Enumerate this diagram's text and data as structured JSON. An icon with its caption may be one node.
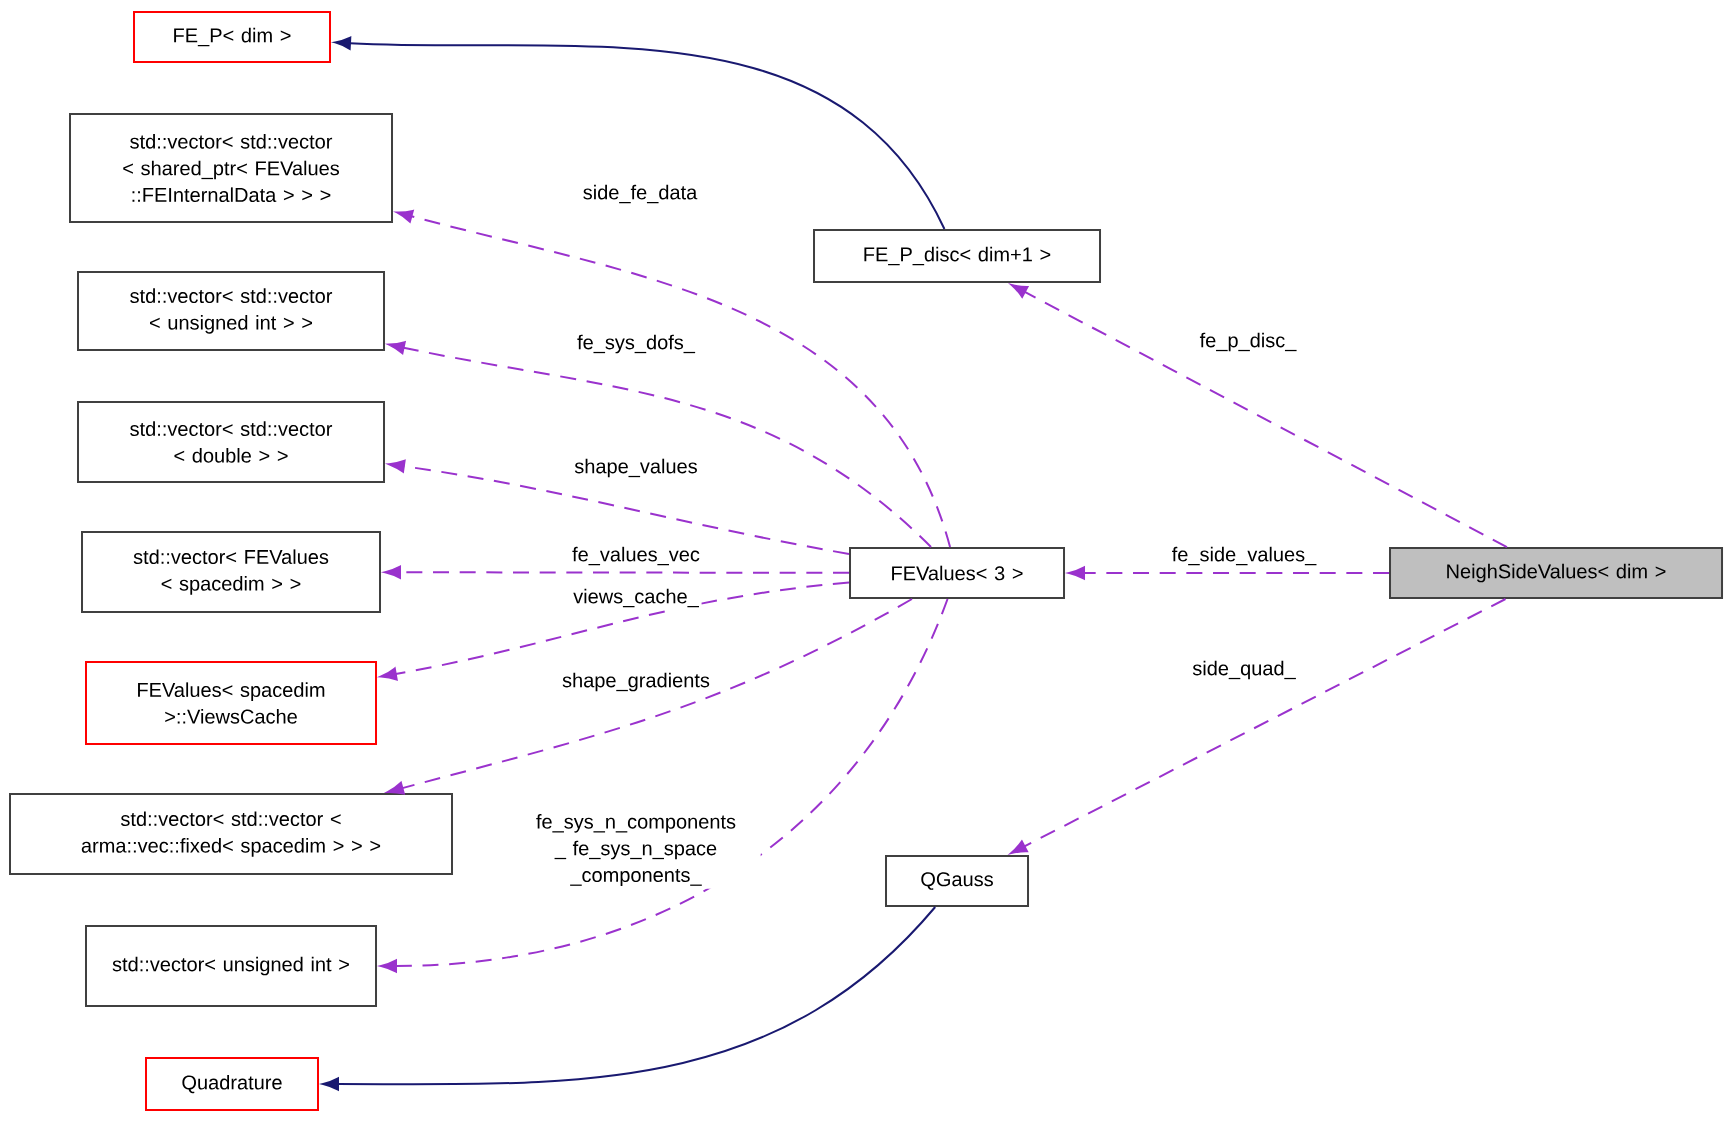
{
  "diagram": {
    "nodes": [
      {
        "text": [
          "FE_P< dim >"
        ]
      },
      {
        "text": [
          "std::vector< std::vector < shared_ptr< FEValues ::FEInternalData > > >"
        ]
      },
      {
        "text": [
          "std::vector< std::vector < unsigned int > >"
        ]
      },
      {
        "text": [
          "std::vector< std::vector < double > >"
        ]
      },
      {
        "text": [
          "std::vector< FEValues < spacedim > >"
        ]
      },
      {
        "text": [
          "FEValues< spacedim >::ViewsCache"
        ]
      },
      {
        "text": [
          "std::vector< std::vector < arma::vec::fixed< spacedim > > >"
        ]
      },
      {
        "text": [
          "std::vector< unsigned int >"
        ]
      },
      {
        "text": [
          "Quadrature"
        ]
      },
      {
        "text": [
          "FE_P_disc< dim+1 >"
        ]
      },
      {
        "text": [
          "FEValues< 3 >"
        ]
      },
      {
        "text": [
          "NeighSideValues< dim >"
        ]
      },
      {
        "text": [
          "QGauss"
        ]
      }
    ],
    "edges": [
      {
        "from": 9,
        "to": 0,
        "arrow": "to",
        "color": "#191970"
      },
      {
        "from": 10,
        "to": 1,
        "arrow": "to",
        "label": "side_fe_data",
        "style": "dashed"
      },
      {
        "from": 10,
        "to": 2,
        "arrow": "to",
        "label": "fe_sys_dofs_",
        "style": "dashed"
      },
      {
        "from": 10,
        "to": 3,
        "arrow": "to",
        "label": "shape_values",
        "style": "dashed"
      },
      {
        "from": 10,
        "to": 4,
        "arrow": "to",
        "label": "fe_values_vec",
        "style": "dashed"
      },
      {
        "from": 10,
        "to": 5,
        "arrow": "to",
        "label": "views_cache_",
        "style": "dashed"
      },
      {
        "from": 10,
        "to": 6,
        "arrow": "to",
        "label": "shape_gradients",
        "style": "dashed"
      },
      {
        "from": 10,
        "to": 7,
        "arrow": "to",
        "label": "fe_sys_n_components _ fe_sys_n_space _components_",
        "style": "dashed"
      },
      {
        "from": 11,
        "to": 9,
        "arrow": "to",
        "label": "fe_p_disc_",
        "style": "dashed"
      },
      {
        "from": 11,
        "to": 10,
        "arrow": "to",
        "label": "fe_side_values_",
        "style": "dashed"
      },
      {
        "from": 11,
        "to": 12,
        "arrow": "to",
        "label": "side_quad_",
        "style": "dashed"
      },
      {
        "from": 12,
        "to": 8,
        "arrow": "to",
        "color": "#191970"
      }
    ]
  }
}
